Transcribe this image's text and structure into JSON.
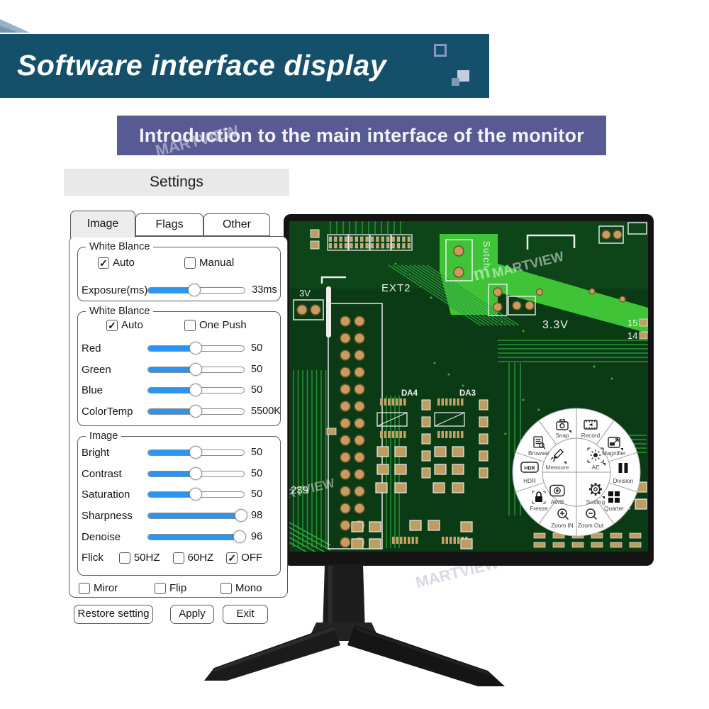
{
  "watermark": {
    "text": "MARTVIEW",
    "logo": "m"
  },
  "header": {
    "title": "Software interface display"
  },
  "subheader": {
    "title": "Introduction to the main interface of the monitor"
  },
  "colors": {
    "banner": "#15506b",
    "subbanner": "#585a94",
    "slider_accent": "#2b96f1",
    "pcb_base": "#0b3b14",
    "pcb_bright": "#3fc437"
  },
  "settings": {
    "title": "Settings",
    "tabs": [
      {
        "label": "Image",
        "active": true
      },
      {
        "label": "Flags",
        "active": false
      },
      {
        "label": "Other",
        "active": false
      }
    ],
    "exposure_group": {
      "legend": "White Blance",
      "checkboxes": [
        {
          "label": "Auto",
          "checked": true,
          "mark": "✓"
        },
        {
          "label": "Manual",
          "checked": false,
          "mark": ""
        }
      ],
      "slider": {
        "label": "Exposure(ms)",
        "value": "33ms",
        "percent": 48
      }
    },
    "wb_group": {
      "legend": "White Blance",
      "checkboxes": [
        {
          "label": "Auto",
          "checked": true,
          "mark": "✓"
        },
        {
          "label": "One Push",
          "checked": false,
          "mark": ""
        }
      ],
      "sliders": [
        {
          "label": "Red",
          "value": "50",
          "percent": 50
        },
        {
          "label": "Green",
          "value": "50",
          "percent": 50
        },
        {
          "label": "Blue",
          "value": "50",
          "percent": 50
        },
        {
          "label": "ColorTemp",
          "value": "5500K",
          "percent": 50
        }
      ]
    },
    "image_group": {
      "legend": "Image",
      "sliders": [
        {
          "label": "Bright",
          "value": "50",
          "percent": 50
        },
        {
          "label": "Contrast",
          "value": "50",
          "percent": 50
        },
        {
          "label": "Saturation",
          "value": "50",
          "percent": 50
        },
        {
          "label": "Sharpness",
          "value": "98",
          "percent": 98
        },
        {
          "label": "Denoise",
          "value": "96",
          "percent": 96
        }
      ],
      "flick": {
        "label": "Flick",
        "options": [
          {
            "label": "50HZ",
            "checked": false,
            "mark": ""
          },
          {
            "label": "60HZ",
            "checked": false,
            "mark": ""
          },
          {
            "label": "OFF",
            "checked": true,
            "mark": "✓"
          }
        ]
      }
    },
    "bottom_checkboxes": [
      {
        "label": "Miror",
        "checked": false,
        "mark": ""
      },
      {
        "label": "Flip",
        "checked": false,
        "mark": ""
      },
      {
        "label": "Mono",
        "checked": false,
        "mark": ""
      }
    ],
    "buttons": [
      {
        "label": "Restore setting"
      },
      {
        "label": "Apply"
      },
      {
        "label": "Exit"
      }
    ]
  },
  "monitor": {
    "screen_labels": {
      "l3v": "3V",
      "ext2": "EXT2",
      "sutch": "Sutch",
      "v33": "3.3V",
      "n15": "15",
      "n14": "14",
      "da4": "DA4",
      "da3": "DA3",
      "n239": "239"
    },
    "radial_menu": {
      "hdr_icon_text": "HDR",
      "outer": [
        {
          "label": "Snap",
          "icon": "camera-icon"
        },
        {
          "label": "Record",
          "icon": "film-icon"
        },
        {
          "label": "Browser",
          "icon": "document-search-icon"
        },
        {
          "label": "Magnifier",
          "icon": "magnifier-frame-icon"
        },
        {
          "label": "HDR",
          "icon": "hdr-badge-icon"
        },
        {
          "label": "Division",
          "icon": "split-bars-icon"
        },
        {
          "label": "Freeze",
          "icon": "lock-icon"
        },
        {
          "label": "Quarter",
          "icon": "grid-icon"
        },
        {
          "label": "Zoom IN",
          "icon": "zoom-in-icon"
        },
        {
          "label": "Zoom Out",
          "icon": "zoom-out-icon"
        }
      ],
      "inner": [
        {
          "label": "Measure",
          "icon": "pencil-measure-icon"
        },
        {
          "label": "AE",
          "icon": "auto-exposure-icon"
        },
        {
          "label": "AWB",
          "icon": "white-balance-icon"
        },
        {
          "label": "Setting",
          "icon": "gear-icon"
        }
      ]
    }
  }
}
